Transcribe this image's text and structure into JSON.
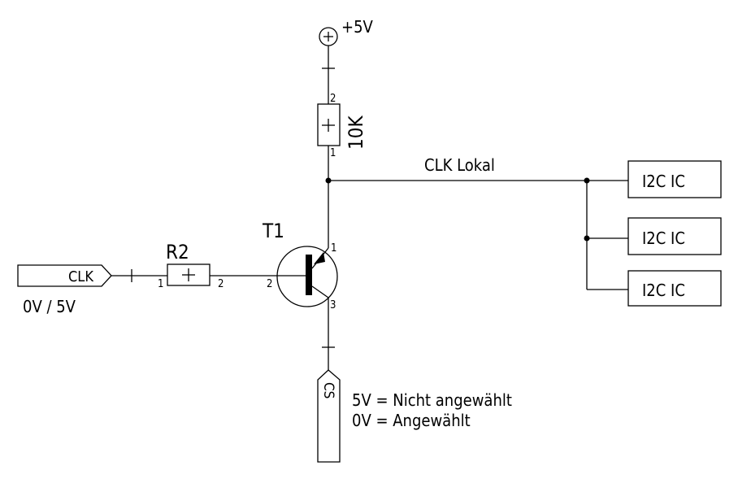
{
  "schematic": {
    "supply": {
      "label": "+5V",
      "symbol": "plus-circle-icon"
    },
    "pullup_resistor": {
      "value": "10K",
      "pin_top": "2",
      "pin_bottom": "1"
    },
    "clk_local_net": {
      "label": "CLK Lokal"
    },
    "transistor": {
      "ref": "T1",
      "pin_collector": "1",
      "pin_base": "2",
      "pin_emitter": "3"
    },
    "base_resistor": {
      "ref": "R2",
      "pin_left": "1",
      "pin_right": "2"
    },
    "clk_port": {
      "label": "CLK",
      "levels": "0V / 5V"
    },
    "cs_port": {
      "label": "CS",
      "notes": [
        "5V = Nicht angewählt",
        "0V = Angewählt"
      ]
    },
    "ics": [
      {
        "label": "I2C IC"
      },
      {
        "label": "I2C IC"
      },
      {
        "label": "I2C IC"
      }
    ]
  }
}
